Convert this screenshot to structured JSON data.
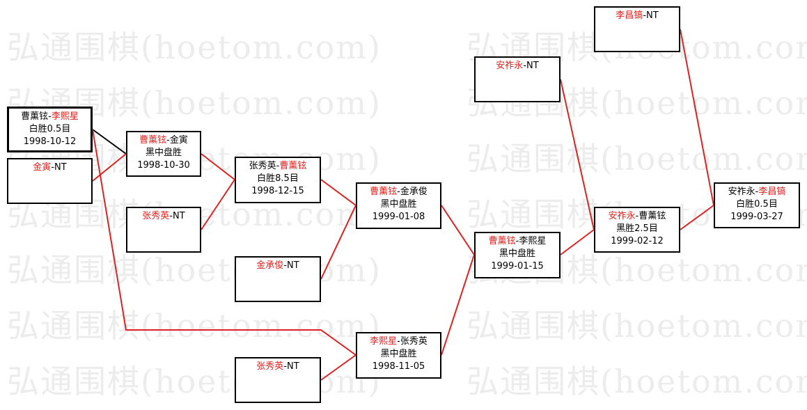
{
  "watermark": {
    "text": "弘通围棋(hoetom.com)"
  },
  "colors": {
    "winner": "#e0201c",
    "line_red": "#e02020",
    "line_black": "#000000",
    "border": "#000000"
  },
  "matches": [
    {
      "id": "r1a",
      "p1": "曹薰铉",
      "p2": "李熙星",
      "winner": 2,
      "result": "白胜0.5目",
      "date": "1998-10-12"
    },
    {
      "id": "r1b",
      "p1": "金寅",
      "p2": "NT",
      "winner": 1,
      "result": "",
      "date": ""
    },
    {
      "id": "r2a",
      "p1": "曹薰铉",
      "p2": "金寅",
      "winner": 1,
      "result": "黑中盘胜",
      "date": "1998-10-30"
    },
    {
      "id": "r2b",
      "p1": "张秀英",
      "p2": "NT",
      "winner": 1,
      "result": "",
      "date": ""
    },
    {
      "id": "r3a",
      "p1": "张秀英",
      "p2": "曹薰铉",
      "winner": 2,
      "result": "白胜8.5目",
      "date": "1998-12-15"
    },
    {
      "id": "r3b",
      "p1": "金承俊",
      "p2": "NT",
      "winner": 1,
      "result": "",
      "date": ""
    },
    {
      "id": "r3c",
      "p1": "张秀英",
      "p2": "NT",
      "winner": 1,
      "result": "",
      "date": ""
    },
    {
      "id": "r4a",
      "p1": "曹薰铉",
      "p2": "金承俊",
      "winner": 1,
      "result": "黑中盘胜",
      "date": "1999-01-08"
    },
    {
      "id": "r4b",
      "p1": "李熙星",
      "p2": "张秀英",
      "winner": 1,
      "result": "黑中盘胜",
      "date": "1998-11-05"
    },
    {
      "id": "r5",
      "p1": "曹薰铉",
      "p2": "李熙星",
      "winner": 1,
      "result": "黑中盘胜",
      "date": "1999-01-15"
    },
    {
      "id": "r6a",
      "p1": "安祚永",
      "p2": "NT",
      "winner": 1,
      "result": "",
      "date": ""
    },
    {
      "id": "r6b",
      "p1": "安祚永",
      "p2": "曹薰铉",
      "winner": 1,
      "result": "黑胜2.5目",
      "date": "1999-02-12"
    },
    {
      "id": "r7a",
      "p1": "李昌镐",
      "p2": "NT",
      "winner": 1,
      "result": "",
      "date": ""
    },
    {
      "id": "final",
      "p1": "安祚永",
      "p2": "李昌镐",
      "winner": 2,
      "result": "白胜0.5目",
      "date": "1999-03-27"
    }
  ]
}
